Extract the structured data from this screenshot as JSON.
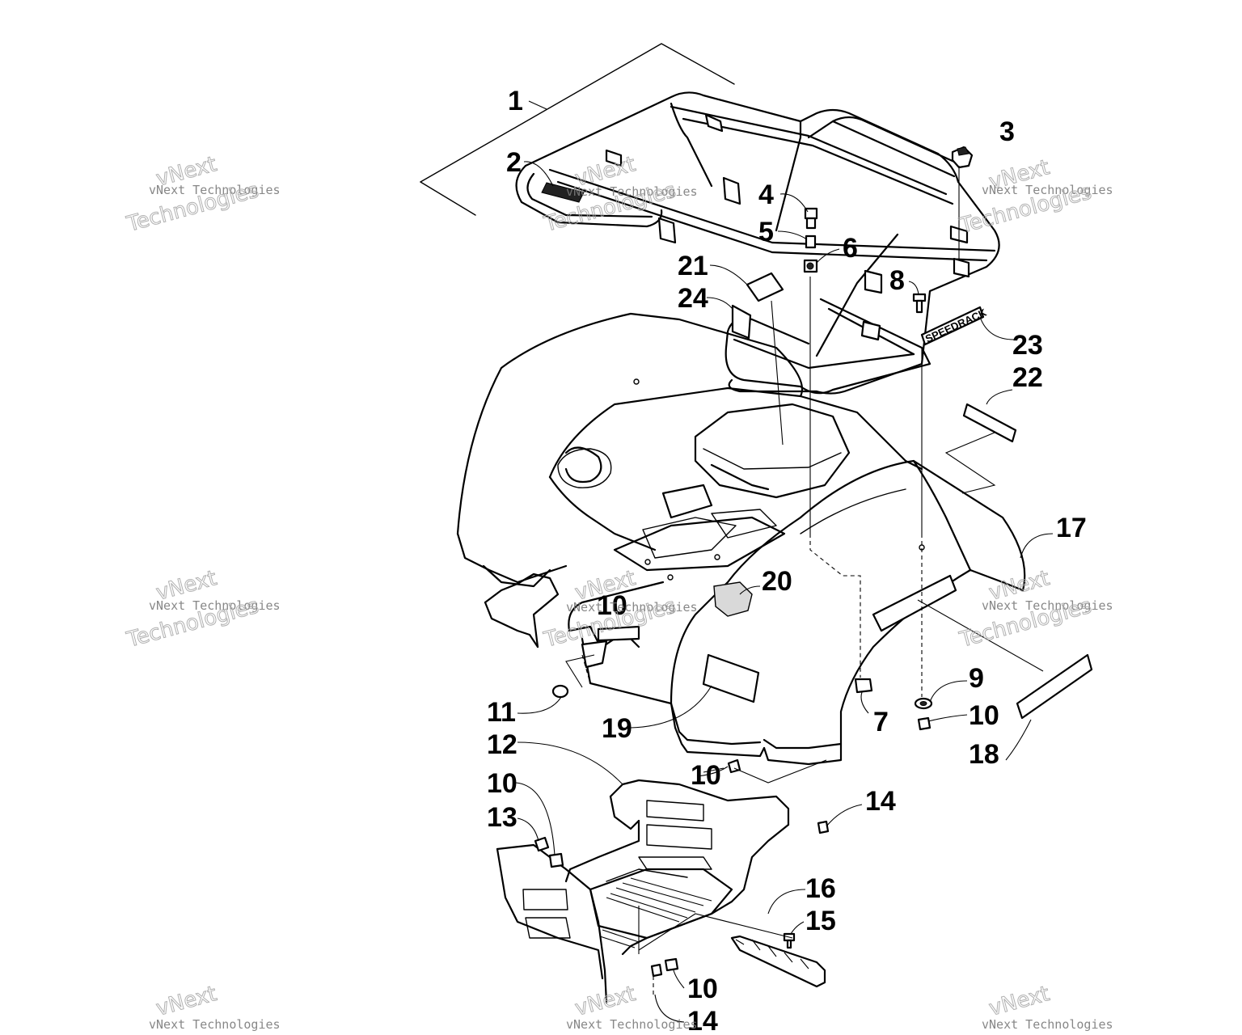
{
  "callouts": {
    "c1": "1",
    "c2": "2",
    "c3": "3",
    "c4": "4",
    "c5": "5",
    "c6": "6",
    "c7": "7",
    "c8": "8",
    "c9": "9",
    "c10a": "10",
    "c10b": "10",
    "c10c": "10",
    "c10d": "10",
    "c10e": "10",
    "c11": "11",
    "c12": "12",
    "c13": "13",
    "c14a": "14",
    "c14b": "14",
    "c15": "15",
    "c16": "16",
    "c17": "17",
    "c18": "18",
    "c19": "19",
    "c20": "20",
    "c21": "21",
    "c22": "22",
    "c23": "23",
    "c24": "24"
  },
  "rack_decal_text": "SPEEDRACK",
  "watermark": {
    "small": "vNext Technologies",
    "big_top": "vNext",
    "big_bottom": "Technologies"
  }
}
